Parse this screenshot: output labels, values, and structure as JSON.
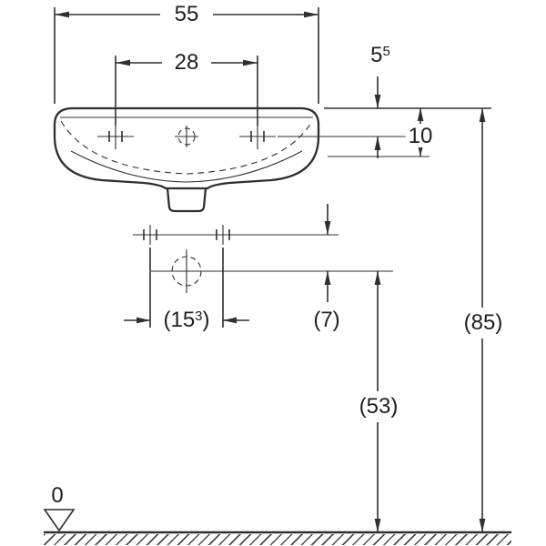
{
  "dims": {
    "overall_width": "55",
    "tap_hole_spacing": "28",
    "rim_to_tap": {
      "base": "5",
      "sup": "5"
    },
    "rim_to_bowl": "10",
    "fixing_spacing": {
      "pre": "(15",
      "sup": "3",
      "post": ")"
    },
    "fixing_to_drain": "(7)",
    "drain_outlet_height": "(53)",
    "rim_height": "(85)",
    "floor_level": "0"
  },
  "style": {
    "line_color": "#2f2f2f",
    "text_color": "#1f1f1f",
    "background": "#ffffff"
  }
}
